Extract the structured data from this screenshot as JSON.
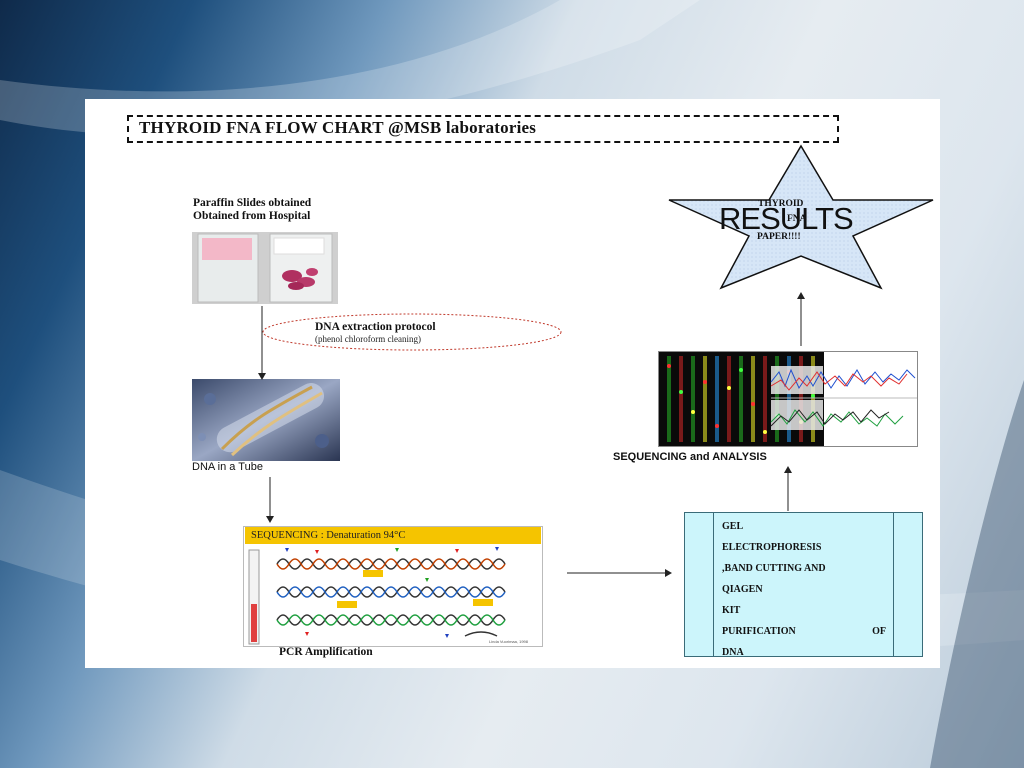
{
  "title": "THYROID FNA FLOW CHART @MSB laboratories",
  "steps": {
    "slides_label_line1": "Paraffin Slides obtained",
    "slides_label_line2": "Obtained from Hospital",
    "extraction_title": "DNA extraction protocol",
    "extraction_sub": "(phenol chloroform cleaning)",
    "dna_tube_label": "DNA in a Tube",
    "pcr_header": "SEQUENCING :  Denaturation 94°C",
    "pcr_label": "PCR Amplification",
    "pcr_credit": "Linda Vuorimaa, 1998",
    "gel_lines": [
      "GEL",
      "ELECTROPHORESIS",
      ",BAND CUTTING AND",
      "QIAGEN KIT",
      "PURIFICATION OF",
      "DNA"
    ],
    "sequencing_label": "SEQUENCING and ANALYSIS",
    "star_line1": "THYROID",
    "star_line2": "FNA",
    "star_line3": "PAPER!!!!",
    "results_overlay": "RESULTS"
  },
  "colors": {
    "pcr_header_bg": "#f5c400",
    "gel_box_bg": "#ccf5fb",
    "star_fill": "#d6e6f7",
    "extraction_ellipse": "#c0392b"
  }
}
